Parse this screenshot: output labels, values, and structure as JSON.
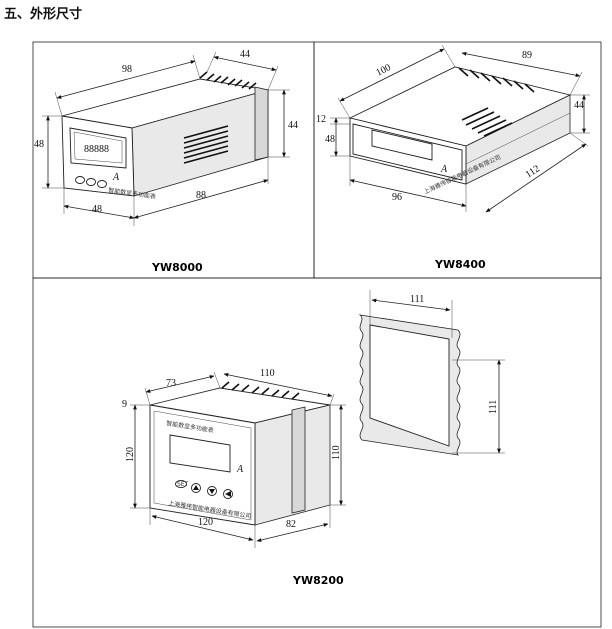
{
  "section_title": "五、外形尺寸",
  "models": {
    "m8000": "YW8000",
    "m8400": "YW8400",
    "m8200": "YW8200"
  },
  "m8000": {
    "dim_top": "98",
    "dim_top_right": "44",
    "dim_right": "44",
    "dim_left": "48",
    "dim_bottom_front": "48",
    "dim_bottom_depth": "88",
    "display": "88888",
    "unit": "A",
    "brand": "智能数显多功能表"
  },
  "m8400": {
    "dim_top": "100",
    "dim_top_right": "89",
    "dim_right": "44",
    "dim_left_small": "12",
    "dim_left": "48",
    "dim_bottom_front": "96",
    "dim_bottom_depth": "112",
    "unit": "A",
    "brand": "上海雅伟智能电器设备有限公司"
  },
  "m8200": {
    "dim_top_front": "73",
    "dim_top_depth": "110",
    "dim_left_small": "9",
    "dim_left": "120",
    "dim_right": "110",
    "dim_bottom_front": "120",
    "dim_bottom_depth": "82",
    "unit": "A",
    "title": "智能数显多功能表",
    "brand": "上海雅伟智能电器设备有限公司",
    "button_label": "SET",
    "cutout_width": "111",
    "cutout_height": "111"
  }
}
